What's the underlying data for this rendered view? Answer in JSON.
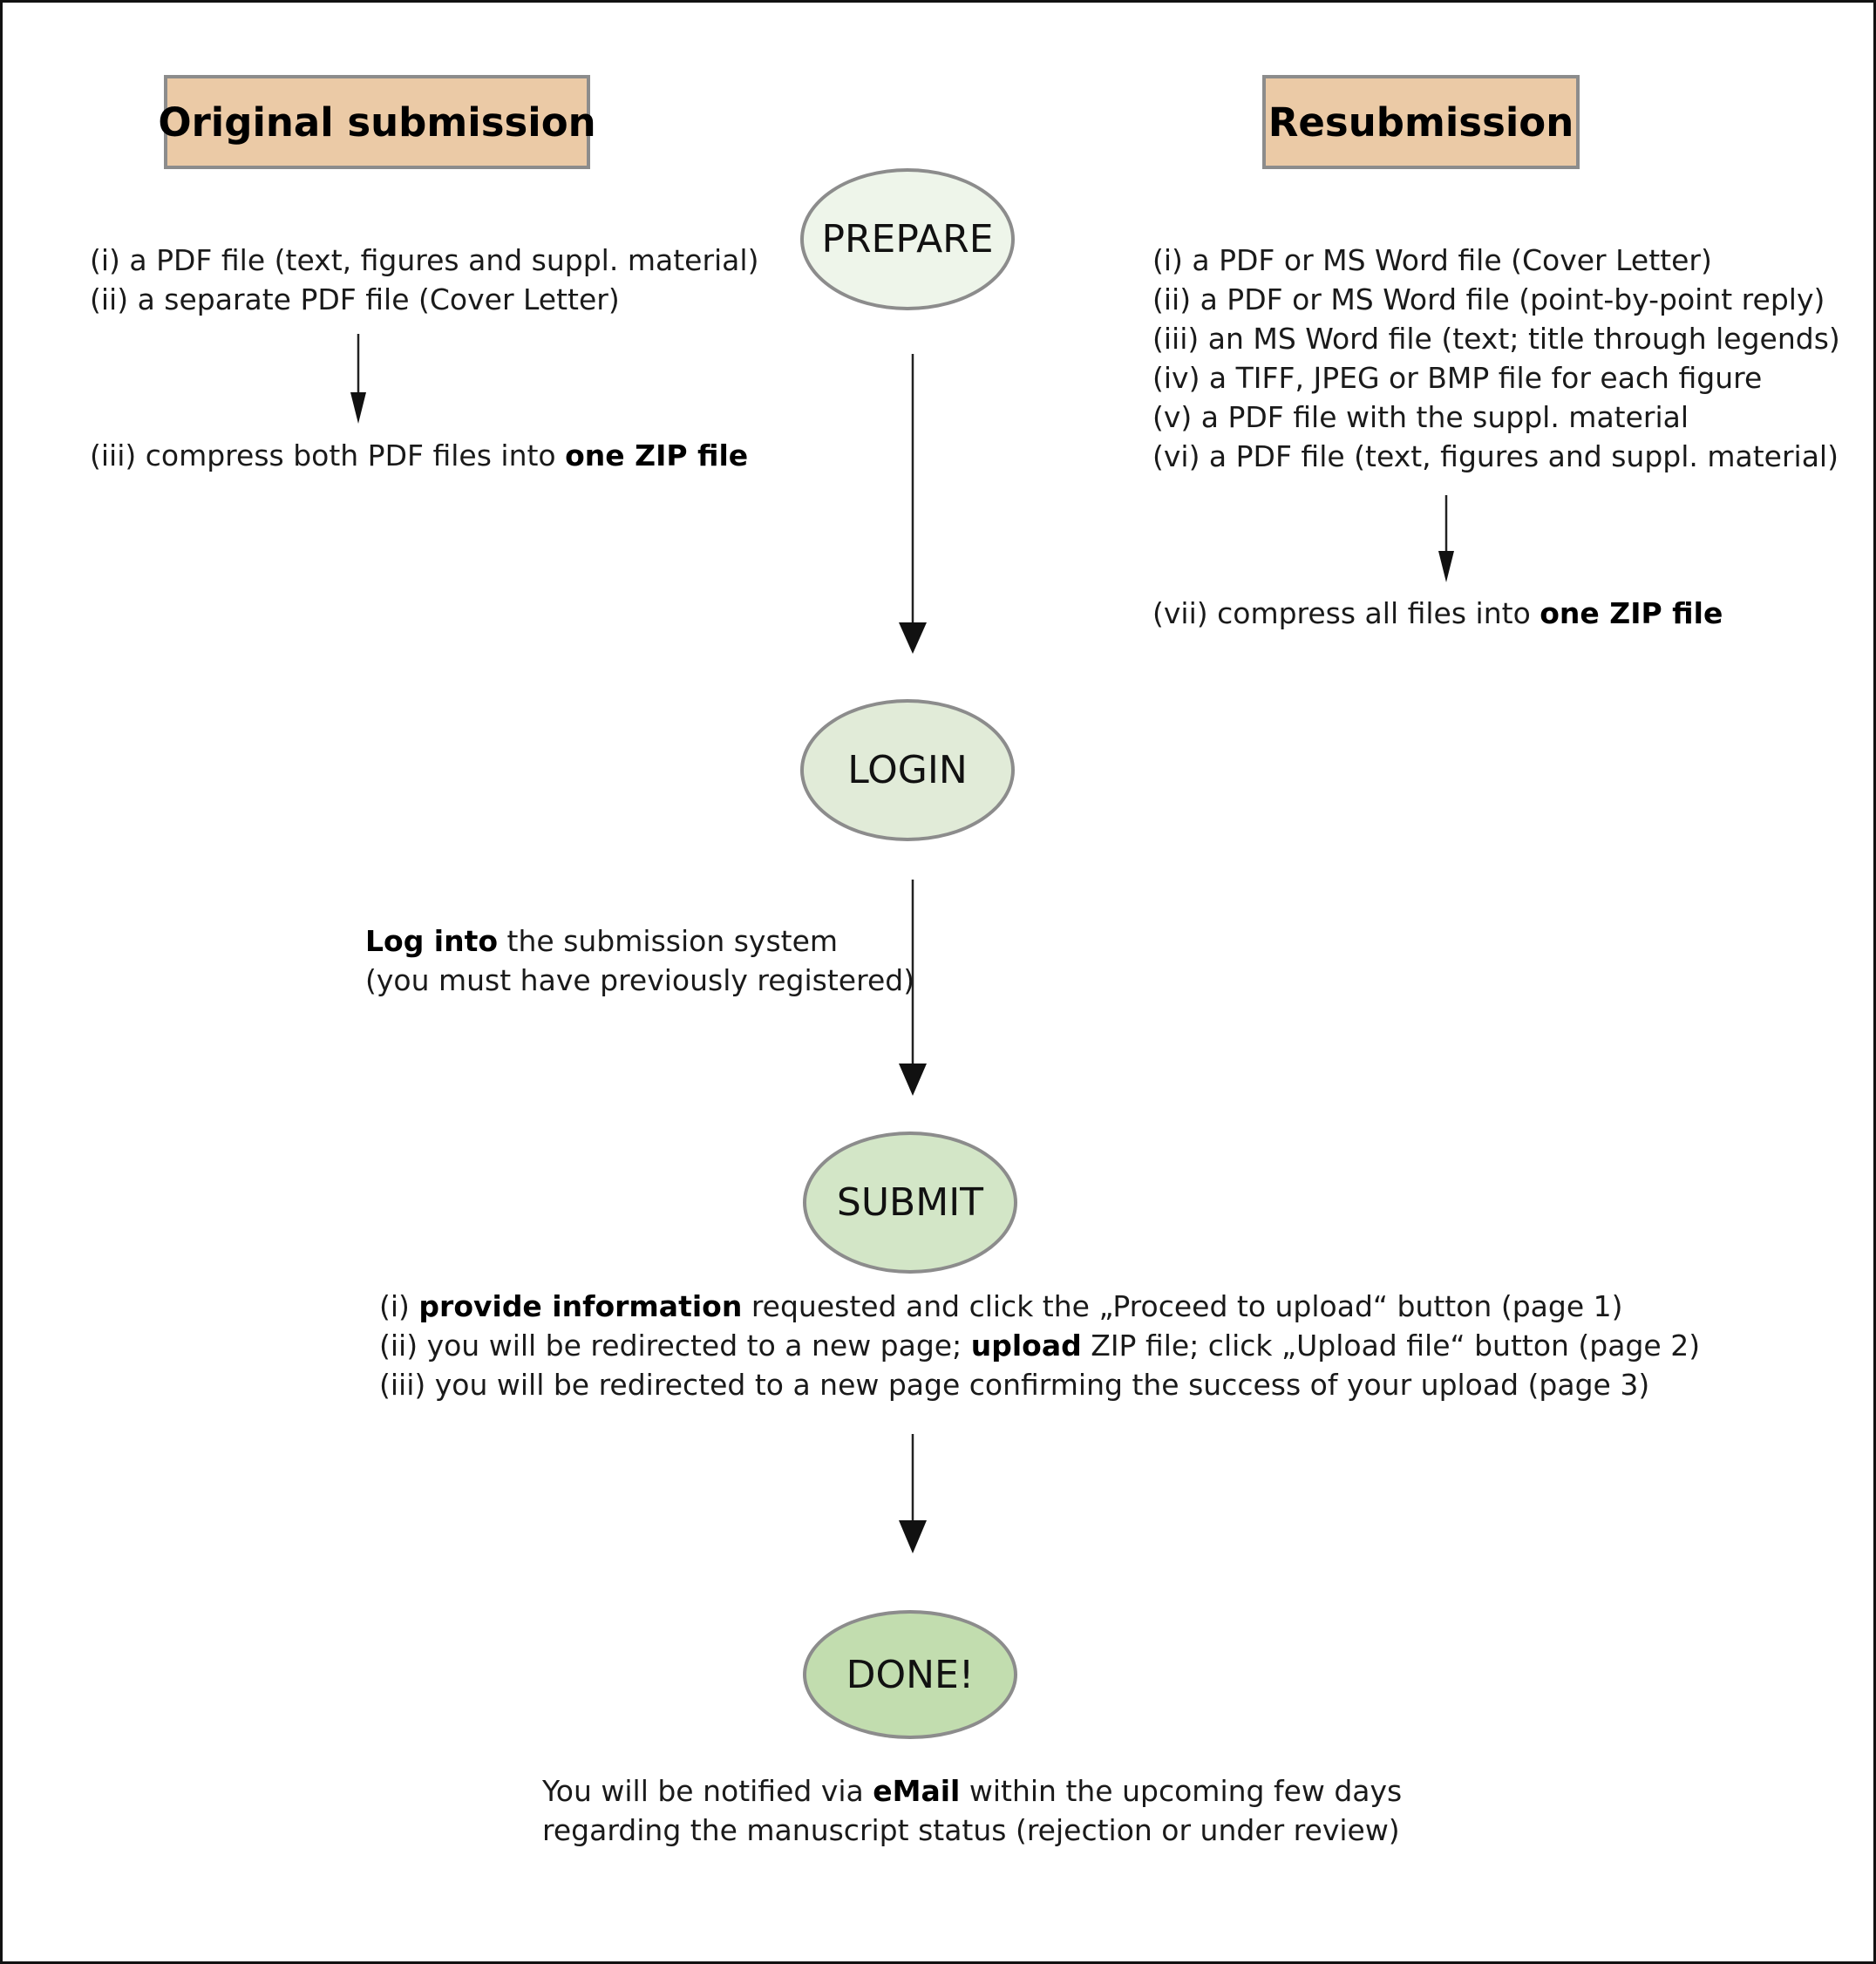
{
  "headers": {
    "original": "Original submission",
    "resubmission": "Resubmission"
  },
  "nodes": {
    "prepare": "PREPARE",
    "login": "LOGIN",
    "submit": "SUBMIT",
    "done": "DONE!"
  },
  "original": {
    "items": [
      "(i) a PDF file (text, figures and suppl. material)",
      "(ii) a separate PDF file (Cover Letter)"
    ],
    "compress": {
      "prefix": "(iii) compress both PDF files into ",
      "bold": "one ZIP file"
    }
  },
  "resubmission": {
    "items": [
      "(i) a PDF or MS Word file (Cover Letter)",
      "(ii) a PDF or MS Word file (point-by-point reply)",
      "(iii) an MS Word file (text; title through legends)",
      "(iv) a TIFF, JPEG or BMP file for each figure",
      "(v) a PDF file with the suppl. material",
      "(vi) a PDF file (text, figures and suppl. material)"
    ],
    "compress": {
      "prefix": "(vii) compress all files into ",
      "bold": "one ZIP file"
    }
  },
  "login": {
    "bold": "Log into",
    "rest": " the submission system",
    "line2": "(you must have previously registered)"
  },
  "submit": {
    "step1": {
      "prefix": "(i) ",
      "bold": "provide information",
      "rest": " requested and click the „Proceed to upload“ button (page 1)"
    },
    "step2": {
      "prefix": "(ii) you will be redirected to a new page; ",
      "bold": "upload",
      "rest": " ZIP file; click „Upload file“ button (page 2)"
    },
    "step3": "(iii) you will be redirected to a new page confirming the success of your upload (page 3)"
  },
  "done": {
    "prefix": "You will be notified via ",
    "bold": "eMail",
    "rest": " within the upcoming few days",
    "line2": "regarding the manuscript status (rejection or under review)"
  }
}
